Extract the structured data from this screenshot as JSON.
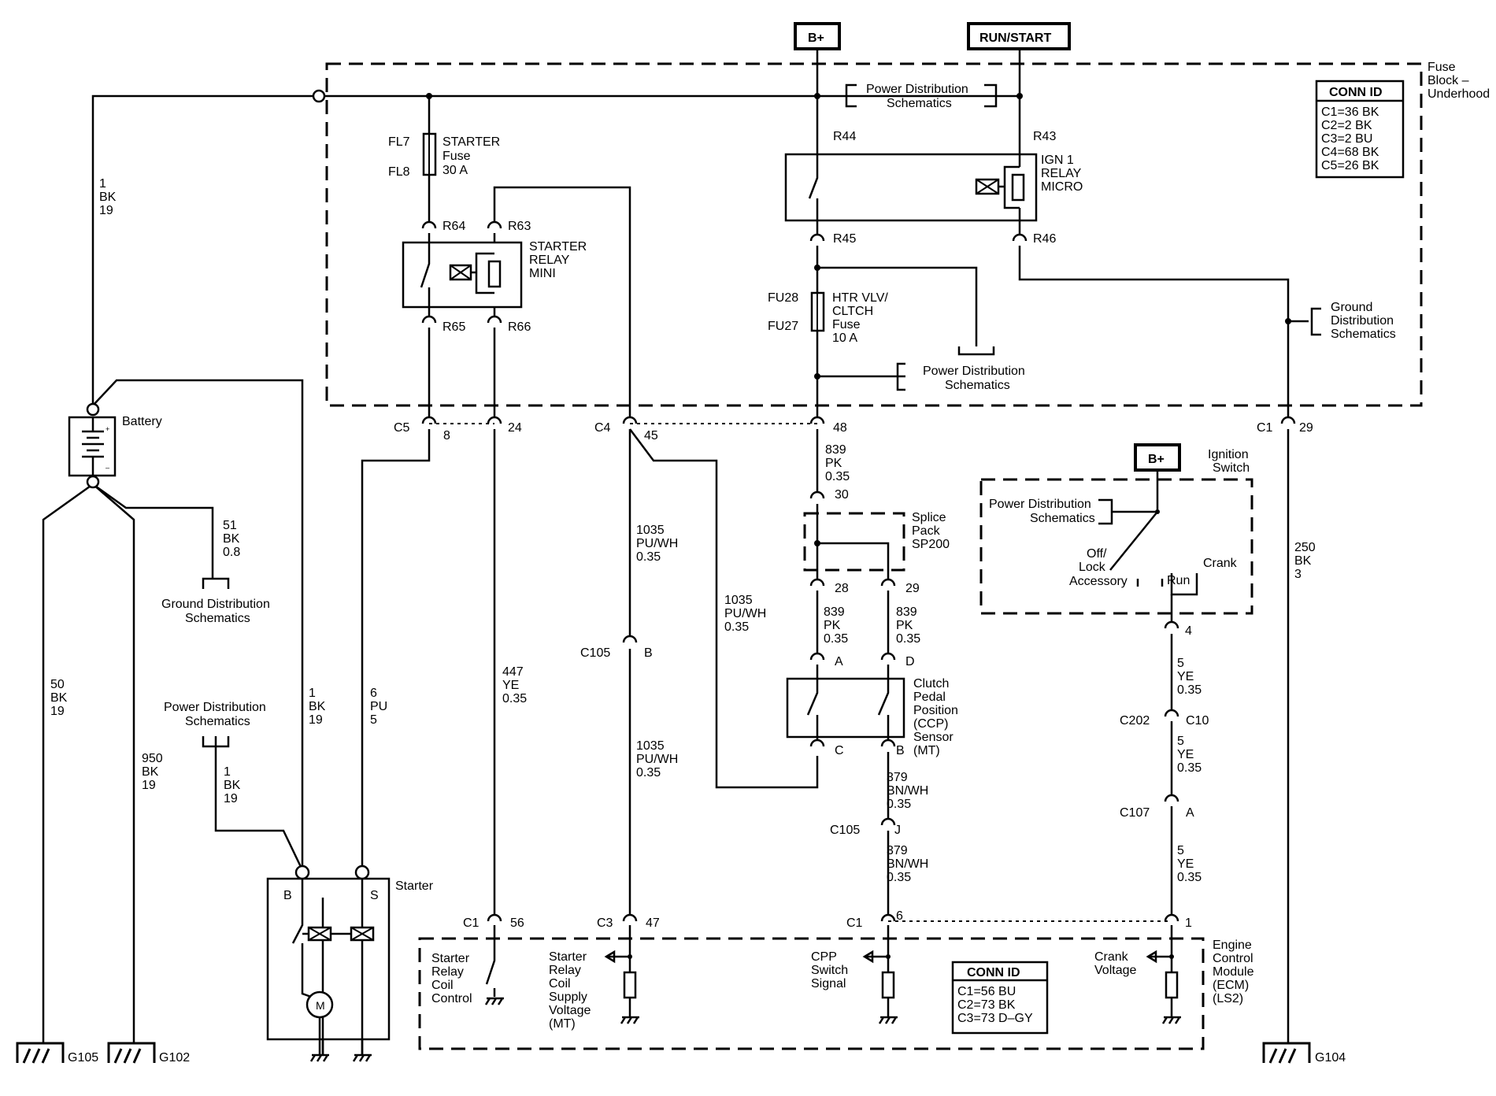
{
  "labels": [
    {
      "id": "bplus-top",
      "t": "B+"
    },
    {
      "id": "runstart",
      "t": "RUN/START"
    },
    {
      "id": "fuseblock-1",
      "t": "Fuse"
    },
    {
      "id": "fuseblock-2",
      "t": "Block –"
    },
    {
      "id": "fuseblock-3",
      "t": "Underhood"
    },
    {
      "id": "pds1-1",
      "t": "Power Distribution"
    },
    {
      "id": "pds1-2",
      "t": "Schematics"
    },
    {
      "id": "r44",
      "t": "R44"
    },
    {
      "id": "r43",
      "t": "R43"
    },
    {
      "id": "ign1-1",
      "t": "IGN 1"
    },
    {
      "id": "ign1-2",
      "t": "RELAY"
    },
    {
      "id": "ign1-3",
      "t": "MICRO"
    },
    {
      "id": "r45",
      "t": "R45"
    },
    {
      "id": "r46",
      "t": "R46"
    },
    {
      "id": "fl7",
      "t": "FL7"
    },
    {
      "id": "fl8",
      "t": "FL8"
    },
    {
      "id": "starterfuse-1",
      "t": "STARTER"
    },
    {
      "id": "starterfuse-2",
      "t": "Fuse"
    },
    {
      "id": "starterfuse-3",
      "t": "30 A"
    },
    {
      "id": "r64",
      "t": "R64"
    },
    {
      "id": "r63",
      "t": "R63"
    },
    {
      "id": "srelay-1",
      "t": "STARTER"
    },
    {
      "id": "srelay-2",
      "t": "RELAY"
    },
    {
      "id": "srelay-3",
      "t": "MINI"
    },
    {
      "id": "r65",
      "t": "R65"
    },
    {
      "id": "r66",
      "t": "R66"
    },
    {
      "id": "fu28",
      "t": "FU28"
    },
    {
      "id": "fu27",
      "t": "FU27"
    },
    {
      "id": "htr-1",
      "t": "HTR VLV/"
    },
    {
      "id": "htr-2",
      "t": "CLTCH"
    },
    {
      "id": "htr-3",
      "t": "Fuse"
    },
    {
      "id": "htr-4",
      "t": "10 A"
    },
    {
      "id": "pds2-1",
      "t": "Power Distribution"
    },
    {
      "id": "pds2-2",
      "t": "Schematics"
    },
    {
      "id": "gds1-1",
      "t": "Ground"
    },
    {
      "id": "gds1-2",
      "t": "Distribution"
    },
    {
      "id": "gds1-3",
      "t": "Schematics"
    },
    {
      "id": "conn1-title",
      "t": "CONN ID"
    },
    {
      "id": "conn1-1",
      "t": "C1=36 BK"
    },
    {
      "id": "conn1-2",
      "t": "C2=2 BK"
    },
    {
      "id": "conn1-3",
      "t": "C3=2 BU"
    },
    {
      "id": "conn1-4",
      "t": "C4=68 BK"
    },
    {
      "id": "conn1-5",
      "t": "C5=26 BK"
    },
    {
      "id": "w1-1",
      "t": "1"
    },
    {
      "id": "w1-2",
      "t": "BK"
    },
    {
      "id": "w1-3",
      "t": "19"
    },
    {
      "id": "battery",
      "t": "Battery"
    },
    {
      "id": "c5",
      "t": "C5"
    },
    {
      "id": "p8",
      "t": "8"
    },
    {
      "id": "p24",
      "t": "24"
    },
    {
      "id": "c4",
      "t": "C4"
    },
    {
      "id": "p45",
      "t": "45"
    },
    {
      "id": "p48",
      "t": "48"
    },
    {
      "id": "c1top",
      "t": "C1"
    },
    {
      "id": "p29top",
      "t": "29"
    },
    {
      "id": "w51-1",
      "t": "51"
    },
    {
      "id": "w51-2",
      "t": "BK"
    },
    {
      "id": "w51-3",
      "t": "0.8"
    },
    {
      "id": "gds2-1",
      "t": "Ground Distribution"
    },
    {
      "id": "gds2-2",
      "t": "Schematics"
    },
    {
      "id": "pds3-1",
      "t": "Power Distribution"
    },
    {
      "id": "pds3-2",
      "t": "Schematics"
    },
    {
      "id": "w50-1",
      "t": "50"
    },
    {
      "id": "w50-2",
      "t": "BK"
    },
    {
      "id": "w50-3",
      "t": "19"
    },
    {
      "id": "w950-1",
      "t": "950"
    },
    {
      "id": "w950-2",
      "t": "BK"
    },
    {
      "id": "w950-3",
      "t": "19"
    },
    {
      "id": "w1b-1",
      "t": "1"
    },
    {
      "id": "w1b-2",
      "t": "BK"
    },
    {
      "id": "w1b-3",
      "t": "19"
    },
    {
      "id": "w1c-1",
      "t": "1"
    },
    {
      "id": "w1c-2",
      "t": "BK"
    },
    {
      "id": "w1c-3",
      "t": "19"
    },
    {
      "id": "w6-1",
      "t": "6"
    },
    {
      "id": "w6-2",
      "t": "PU"
    },
    {
      "id": "w6-3",
      "t": "5"
    },
    {
      "id": "starter",
      "t": "Starter"
    },
    {
      "id": "st-b",
      "t": "B"
    },
    {
      "id": "st-s",
      "t": "S"
    },
    {
      "id": "st-m",
      "t": "M"
    },
    {
      "id": "g105",
      "t": "G105"
    },
    {
      "id": "g102",
      "t": "G102"
    },
    {
      "id": "w447-1",
      "t": "447"
    },
    {
      "id": "w447-2",
      "t": "YE"
    },
    {
      "id": "w447-3",
      "t": "0.35"
    },
    {
      "id": "w1035a-1",
      "t": "1035"
    },
    {
      "id": "w1035a-2",
      "t": "PU/WH"
    },
    {
      "id": "w1035a-3",
      "t": "0.35"
    },
    {
      "id": "c105b",
      "t": "C105"
    },
    {
      "id": "pb",
      "t": "B"
    },
    {
      "id": "w1035b-1",
      "t": "1035"
    },
    {
      "id": "w1035b-2",
      "t": "PU/WH"
    },
    {
      "id": "w1035b-3",
      "t": "0.35"
    },
    {
      "id": "w1035c-1",
      "t": "1035"
    },
    {
      "id": "w1035c-2",
      "t": "PU/WH"
    },
    {
      "id": "w1035c-3",
      "t": "0.35"
    },
    {
      "id": "w839a-1",
      "t": "839"
    },
    {
      "id": "w839a-2",
      "t": "PK"
    },
    {
      "id": "w839a-3",
      "t": "0.35"
    },
    {
      "id": "p30",
      "t": "30"
    },
    {
      "id": "sp-1",
      "t": "Splice"
    },
    {
      "id": "sp-2",
      "t": "Pack"
    },
    {
      "id": "sp-3",
      "t": "SP200"
    },
    {
      "id": "p28",
      "t": "28"
    },
    {
      "id": "p29sp",
      "t": "29"
    },
    {
      "id": "w839b-1",
      "t": "839"
    },
    {
      "id": "w839b-2",
      "t": "PK"
    },
    {
      "id": "w839b-3",
      "t": "0.35"
    },
    {
      "id": "w839c-1",
      "t": "839"
    },
    {
      "id": "w839c-2",
      "t": "PK"
    },
    {
      "id": "w839c-3",
      "t": "0.35"
    },
    {
      "id": "pa",
      "t": "A"
    },
    {
      "id": "pd",
      "t": "D"
    },
    {
      "id": "ccp-1",
      "t": "Clutch"
    },
    {
      "id": "ccp-2",
      "t": "Pedal"
    },
    {
      "id": "ccp-3",
      "t": "Position"
    },
    {
      "id": "ccp-4",
      "t": "(CCP)"
    },
    {
      "id": "ccp-5",
      "t": "Sensor"
    },
    {
      "id": "ccp-6",
      "t": "(MT)"
    },
    {
      "id": "pc",
      "t": "C"
    },
    {
      "id": "pbb",
      "t": "B"
    },
    {
      "id": "w379a-1",
      "t": "379"
    },
    {
      "id": "w379a-2",
      "t": "BN/WH"
    },
    {
      "id": "w379a-3",
      "t": "0.35"
    },
    {
      "id": "c105j",
      "t": "C105"
    },
    {
      "id": "pj",
      "t": "J"
    },
    {
      "id": "w379b-1",
      "t": "379"
    },
    {
      "id": "w379b-2",
      "t": "BN/WH"
    },
    {
      "id": "w379b-3",
      "t": "0.35"
    },
    {
      "id": "bplus-ign",
      "t": "B+"
    },
    {
      "id": "ignsw-1",
      "t": "Ignition"
    },
    {
      "id": "ignsw-2",
      "t": "Switch"
    },
    {
      "id": "pds4-1",
      "t": "Power Distribution"
    },
    {
      "id": "pds4-2",
      "t": "Schematics"
    },
    {
      "id": "off-1",
      "t": "Off/"
    },
    {
      "id": "off-2",
      "t": "Lock"
    },
    {
      "id": "off-3",
      "t": "Accessory"
    },
    {
      "id": "run",
      "t": "Run"
    },
    {
      "id": "crank",
      "t": "Crank"
    },
    {
      "id": "p4",
      "t": "4"
    },
    {
      "id": "w5a-1",
      "t": "5"
    },
    {
      "id": "w5a-2",
      "t": "YE"
    },
    {
      "id": "w5a-3",
      "t": "0.35"
    },
    {
      "id": "c202",
      "t": "C202"
    },
    {
      "id": "c10",
      "t": "C10"
    },
    {
      "id": "w5b-1",
      "t": "5"
    },
    {
      "id": "w5b-2",
      "t": "YE"
    },
    {
      "id": "w5b-3",
      "t": "0.35"
    },
    {
      "id": "c107",
      "t": "C107"
    },
    {
      "id": "pa2",
      "t": "A"
    },
    {
      "id": "w5c-1",
      "t": "5"
    },
    {
      "id": "w5c-2",
      "t": "YE"
    },
    {
      "id": "w5c-3",
      "t": "0.35"
    },
    {
      "id": "w250-1",
      "t": "250"
    },
    {
      "id": "w250-2",
      "t": "BK"
    },
    {
      "id": "w250-3",
      "t": "3"
    },
    {
      "id": "g104",
      "t": "G104"
    },
    {
      "id": "c1a",
      "t": "C1"
    },
    {
      "id": "p56",
      "t": "56"
    },
    {
      "id": "c3",
      "t": "C3"
    },
    {
      "id": "p47",
      "t": "47"
    },
    {
      "id": "c1b",
      "t": "C1"
    },
    {
      "id": "p6",
      "t": "6"
    },
    {
      "id": "p1",
      "t": "1"
    },
    {
      "id": "src-1",
      "t": "Starter"
    },
    {
      "id": "src-2",
      "t": "Relay"
    },
    {
      "id": "src-3",
      "t": "Coil"
    },
    {
      "id": "src-4",
      "t": "Control"
    },
    {
      "id": "srs-1",
      "t": "Starter"
    },
    {
      "id": "srs-2",
      "t": "Relay"
    },
    {
      "id": "srs-3",
      "t": "Coil"
    },
    {
      "id": "srs-4",
      "t": "Supply"
    },
    {
      "id": "srs-5",
      "t": "Voltage"
    },
    {
      "id": "srs-6",
      "t": "(MT)"
    },
    {
      "id": "cpp-1",
      "t": "CPP"
    },
    {
      "id": "cpp-2",
      "t": "Switch"
    },
    {
      "id": "cpp-3",
      "t": "Signal"
    },
    {
      "id": "conn2-title",
      "t": "CONN ID"
    },
    {
      "id": "conn2-1",
      "t": "C1=56 BU"
    },
    {
      "id": "conn2-2",
      "t": "C2=73 BK"
    },
    {
      "id": "conn2-3",
      "t": "C3=73 D–GY"
    },
    {
      "id": "crankv-1",
      "t": "Crank"
    },
    {
      "id": "crankv-2",
      "t": "Voltage"
    },
    {
      "id": "ecm-1",
      "t": "Engine"
    },
    {
      "id": "ecm-2",
      "t": "Control"
    },
    {
      "id": "ecm-3",
      "t": "Module"
    },
    {
      "id": "ecm-4",
      "t": "(ECM)"
    },
    {
      "id": "ecm-5",
      "t": "(LS2)"
    }
  ]
}
